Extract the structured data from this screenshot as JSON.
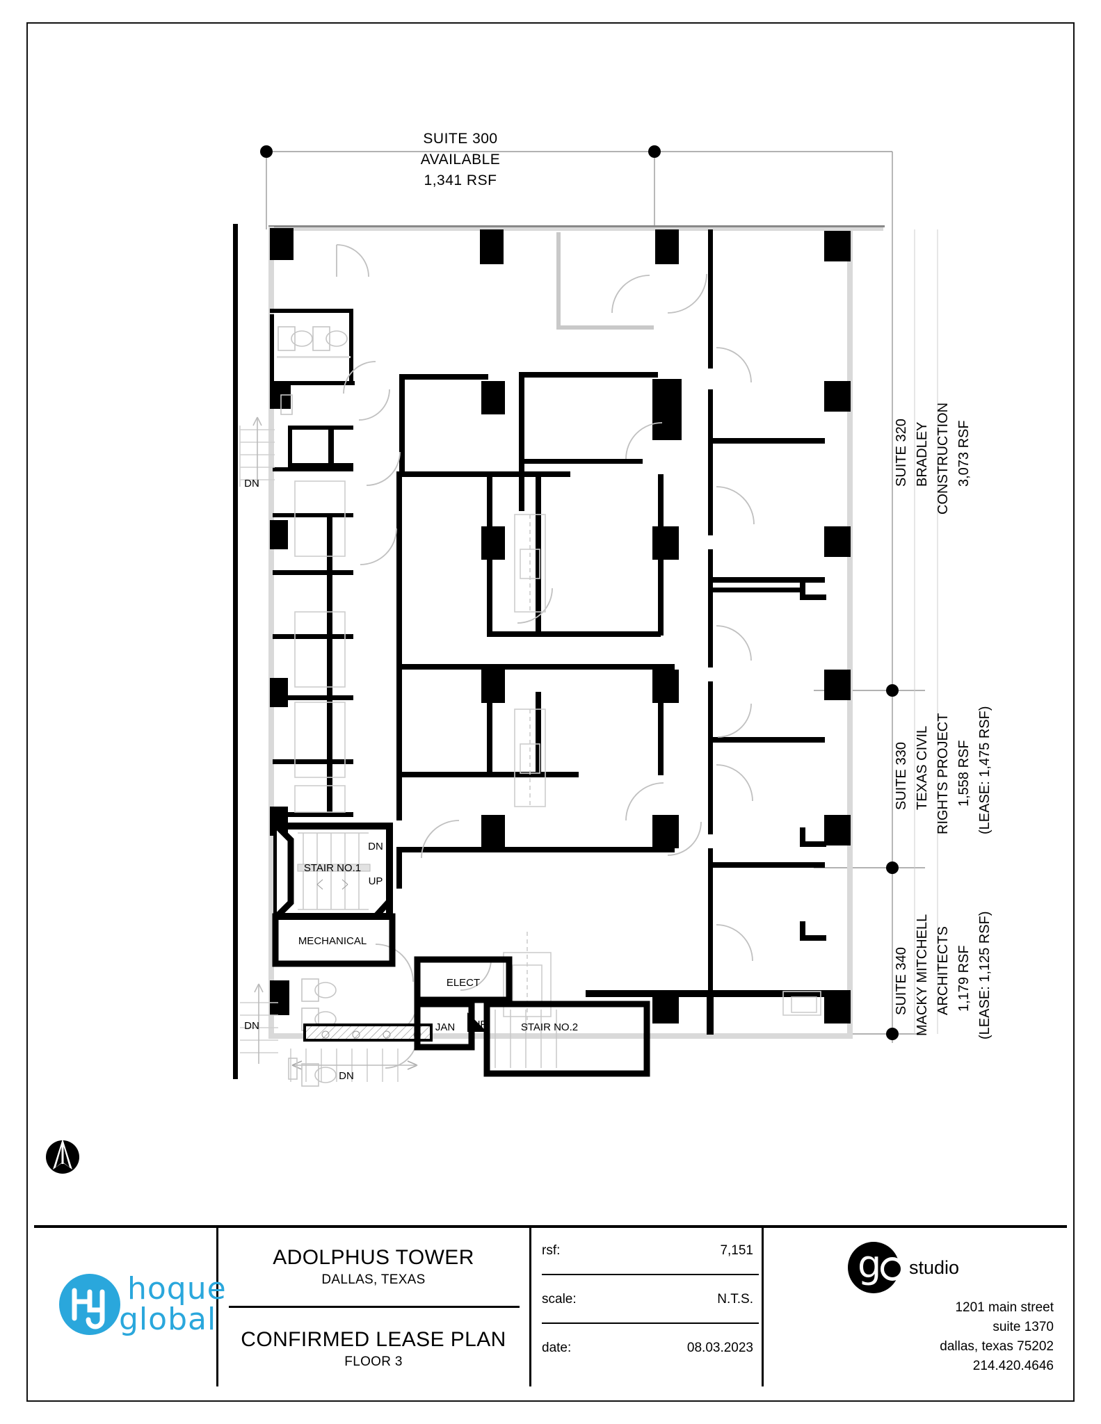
{
  "sheet": {
    "north_arrow": "north-arrow"
  },
  "suites": [
    {
      "id": "suite-300",
      "number": "SUITE 300",
      "tenant": "AVAILABLE",
      "rsf": "1,341 RSF",
      "lease_rsf": "",
      "orientation": "horizontal"
    },
    {
      "id": "suite-320",
      "number": "SUITE 320",
      "tenant_line1": "BRADLEY",
      "tenant_line2": "CONSTRUCTION",
      "rsf": "3,073 RSF",
      "lease_rsf": "",
      "orientation": "vertical"
    },
    {
      "id": "suite-330",
      "number": "SUITE 330",
      "tenant_line1": "TEXAS CIVIL",
      "tenant_line2": "RIGHTS PROJECT",
      "rsf": "1,558 RSF",
      "lease_rsf": "(LEASE: 1,475 RSF)",
      "orientation": "vertical"
    },
    {
      "id": "suite-340",
      "number": "SUITE 340",
      "tenant_line1": "MACKY MITCHELL",
      "tenant_line2": "ARCHITECTS",
      "rsf": "1,179 RSF",
      "lease_rsf": "(LEASE: 1,125 RSF)",
      "orientation": "vertical"
    }
  ],
  "rooms": {
    "stair_1": "STAIR NO.1",
    "stair_2": "STAIR NO.2",
    "mechanical": "MECHANICAL",
    "elect": "ELECT",
    "jan": "JAN"
  },
  "stair_marks": {
    "dn": "DN",
    "up": "UP"
  },
  "titleblock": {
    "building_name": "ADOLPHUS TOWER",
    "building_location": "DALLAS, TEXAS",
    "drawing_title": "CONFIRMED LEASE PLAN",
    "drawing_floor": "FLOOR 3",
    "specs": [
      {
        "key": "rsf:",
        "value": "7,151"
      },
      {
        "key": "scale:",
        "value": "N.T.S."
      },
      {
        "key": "date:",
        "value": "08.03.2023"
      }
    ]
  },
  "owner_logo": {
    "line1": "hoque",
    "line2": "global",
    "mark": "hg",
    "color": "#2AA7DC"
  },
  "architect_logo": {
    "mark_g": "g",
    "mark_word": "studio",
    "address": [
      "1201 main street",
      "suite 1370",
      "dallas, texas 75202",
      "214.420.4646"
    ]
  }
}
